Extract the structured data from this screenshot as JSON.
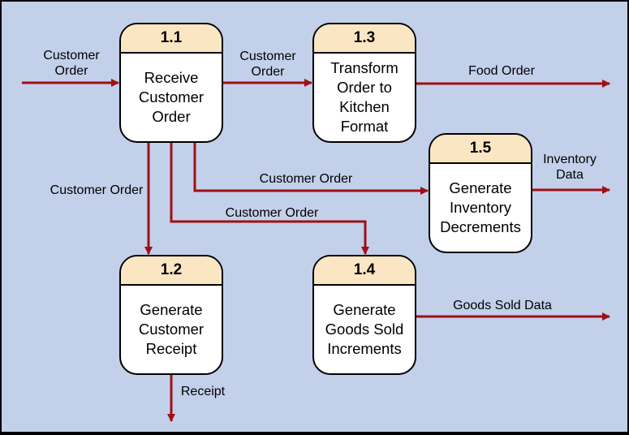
{
  "colors": {
    "background": "#c3d0ea",
    "flow": "#a00f14",
    "process_header": "#fbe6c3",
    "process_body": "#ffffff"
  },
  "processes": {
    "p1_1": {
      "id": "1.1",
      "name": "Receive\nCustomer\nOrder"
    },
    "p1_2": {
      "id": "1.2",
      "name": "Generate\nCustomer\nReceipt"
    },
    "p1_3": {
      "id": "1.3",
      "name": "Transform\nOrder to\nKitchen\nFormat"
    },
    "p1_4": {
      "id": "1.4",
      "name": "Generate\nGoods Sold\nIncrements"
    },
    "p1_5": {
      "id": "1.5",
      "name": "Generate\nInventory\nDecrements"
    }
  },
  "flows": {
    "input_order": "Customer\nOrder",
    "to_1_3": "Customer\nOrder",
    "to_1_2": "Customer Order",
    "to_1_5": "Customer Order",
    "to_1_4": "Customer Order",
    "food_order": "Food Order",
    "inventory_data": "Inventory\nData",
    "goods_sold_data": "Goods Sold Data",
    "receipt": "Receipt"
  }
}
